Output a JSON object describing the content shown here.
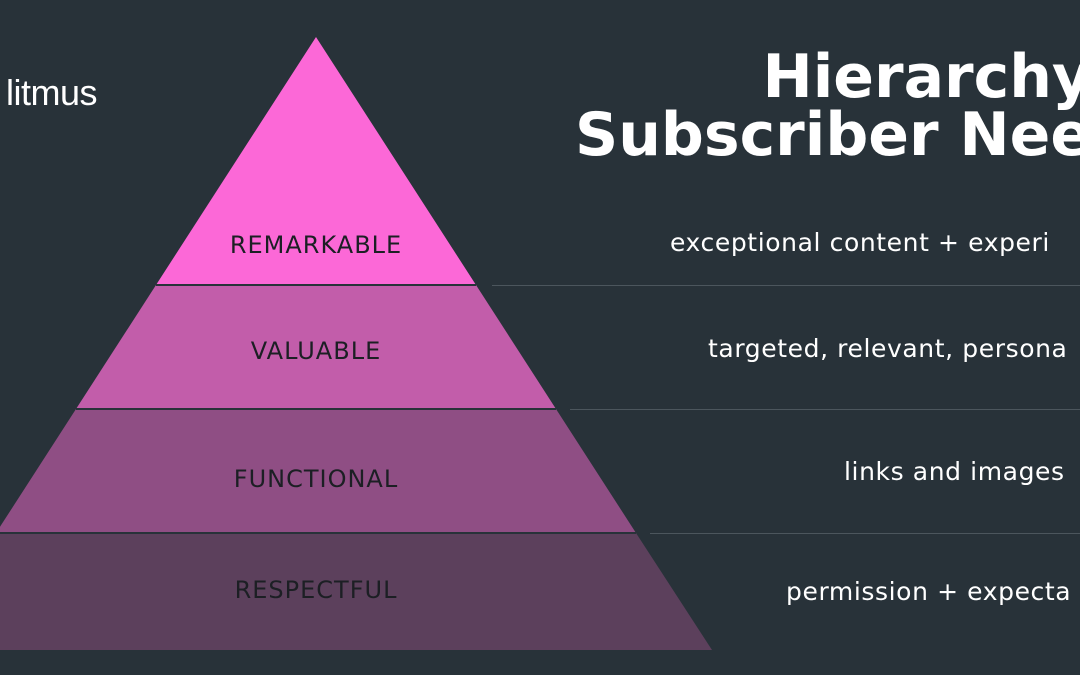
{
  "brand": {
    "logo_text": "litmus"
  },
  "title": {
    "line1": "Hierarchy",
    "line2": "Subscriber Nee"
  },
  "levels": [
    {
      "label": "REMARKABLE",
      "description": "exceptional content + experi",
      "color": "#fc68d7"
    },
    {
      "label": "VALUABLE",
      "description": "targeted, relevant, persona",
      "color": "#c25daa"
    },
    {
      "label": "FUNCTIONAL",
      "description": "links and images",
      "color": "#8f4e84"
    },
    {
      "label": "RESPECTFUL",
      "description": "permission + expecta",
      "color": "#5c405c"
    }
  ],
  "colors": {
    "background": "#283239",
    "divider": "#4c565d",
    "text": "#ffffff",
    "label": "#1c1f24"
  }
}
